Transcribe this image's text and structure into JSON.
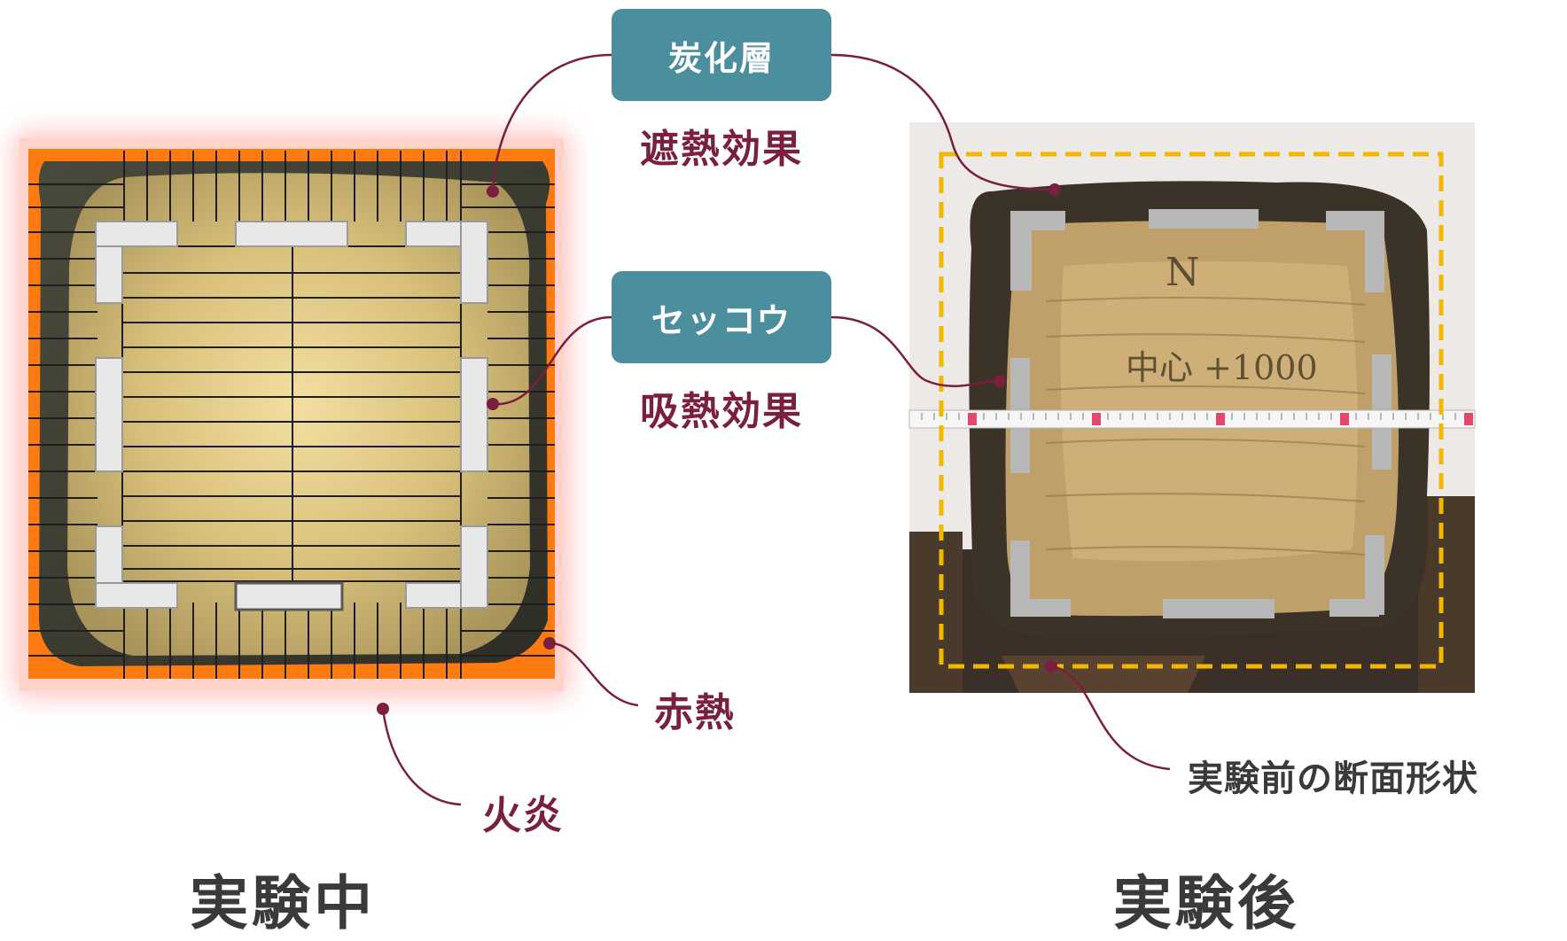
{
  "labels": {
    "char_layer": "炭化層",
    "heat_shield": "遮熱効果",
    "gypsum": "セッコウ",
    "heat_absorb": "吸熱効果",
    "red_heat": "赤熱",
    "flame": "火炎",
    "pre_section": "実験前の断面形状",
    "during": "実験中",
    "after": "実験後"
  },
  "photo_handwriting": {
    "mark": "N",
    "center_note": "中心 +1000"
  },
  "colors": {
    "accent_tag": "#4b8f9e",
    "label_red": "#7a1f3d",
    "flame_orange": "#ff7a10",
    "wood": "#d8c07a",
    "dash_outline": "#f2b800",
    "gypsum_board": "#e8e8e8"
  }
}
